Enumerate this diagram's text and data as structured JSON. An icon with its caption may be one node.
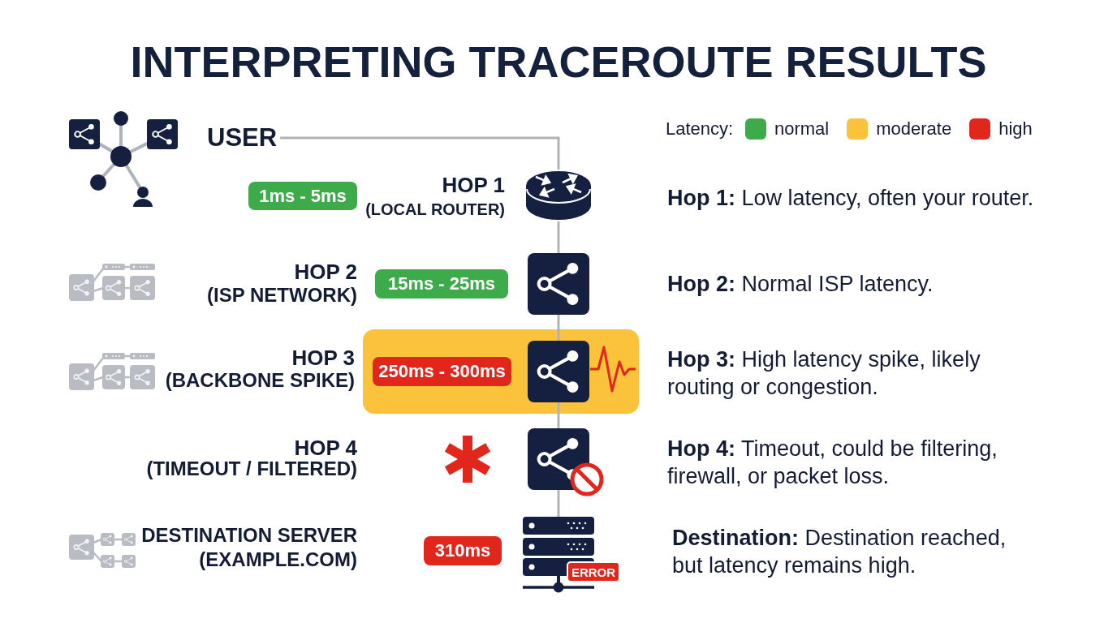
{
  "diagram": {
    "title": "INTERPRETING TRACEROUTE RESULTS",
    "nodes": [
      {
        "text": [
          "USER"
        ]
      },
      {
        "text": [
          "1ms - 5ms"
        ]
      },
      {
        "text": [],
        "shape": "cylinder",
        "beside": [
          "HOP 1",
          "(LOCAL ROUTER)"
        ]
      },
      {
        "text": [
          "15ms - 25ms"
        ]
      },
      {
        "text": [],
        "shape": "box",
        "beside": [
          "HOP 2",
          "(ISP NETWORK)"
        ]
      },
      {
        "text": [],
        "shape": "band"
      },
      {
        "text": [
          "250ms - 300ms"
        ],
        "in": 5
      },
      {
        "text": [],
        "shape": "box",
        "in": 5,
        "beside": [
          "HOP 3",
          "(BACKBONE SPIKE)"
        ]
      },
      {
        "text": [],
        "shape": "box",
        "beside": [
          "HOP 4",
          "(TIMEOUT / FILTERED)"
        ]
      },
      {
        "text": [
          "310ms"
        ]
      },
      {
        "text": [],
        "shape": "picture",
        "beside": [
          "DESTINATION SERVER",
          "(EXAMPLE.COM)"
        ]
      },
      {
        "text": [
          "ERROR"
        ]
      }
    ],
    "edges": [
      {
        "from": 0,
        "to": 2,
        "arrow": "none"
      },
      {
        "from": 2,
        "to": 4,
        "arrow": "none"
      },
      {
        "from": 4,
        "to": 7,
        "arrow": "none"
      },
      {
        "from": 7,
        "to": 8,
        "arrow": "none"
      },
      {
        "from": 8,
        "to": 10,
        "arrow": "none"
      }
    ],
    "labels": [
      "Latency:",
      "**Hop 1:** Low latency, often your router.",
      "**Hop 2:** Normal ISP latency.",
      "**Hop 3:** High latency spike, likely routing or congestion.",
      "**Hop 4:** Timeout, could be filtering, firewall, or packet loss.",
      "**Destination:** Destination reached, but latency remains high."
    ],
    "legend": [
      {
        "text": "normal",
        "color": "#3dab4a"
      },
      {
        "text": "moderate",
        "color": "#fbc23c"
      },
      {
        "text": "high",
        "color": "#e1261c"
      }
    ]
  }
}
